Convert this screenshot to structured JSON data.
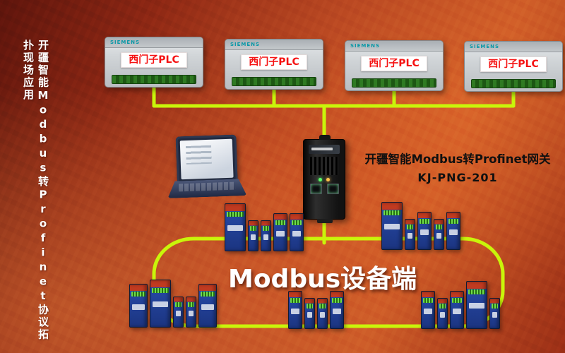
{
  "side_banner": {
    "text": "开疆智能Modbus转Profinet协议拓扑现场应用"
  },
  "plc_row": {
    "devices": [
      {
        "brand": "SIEMENS",
        "label": "西门子PLC"
      },
      {
        "brand": "SIEMENS",
        "label": "西门子PLC"
      },
      {
        "brand": "SIEMENS",
        "label": "西门子PLC"
      },
      {
        "brand": "SIEMENS",
        "label": "西门子PLC"
      }
    ]
  },
  "gateway": {
    "title": "开疆智能Modbus转Profinet网关",
    "model": "KJ-PNG-201"
  },
  "modbus_zone": {
    "label": "Modbus设备端"
  },
  "colors": {
    "cable": "#c9f50a",
    "plc_label_text": "#f51212",
    "banner_text": "#ffffff",
    "caption_text": "#101010",
    "background_dark": "#5e150c",
    "background_light": "#c85827"
  }
}
